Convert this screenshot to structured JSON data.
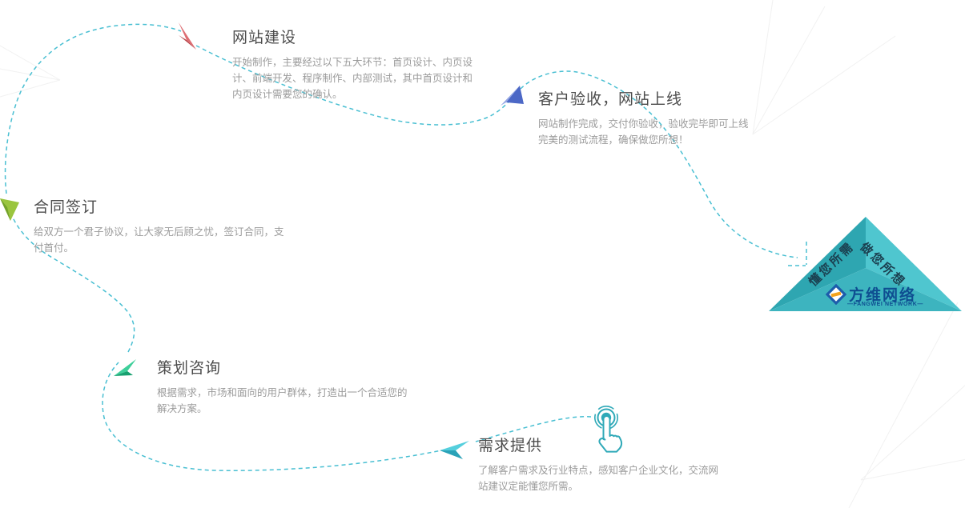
{
  "flow": {
    "color": "#49bfd2"
  },
  "steps": [
    {
      "title": "网站建设",
      "description": "开始制作，主要经过以下五大环节：首页设计、内页设计、前端开发、程序制作、内部测试，其中首页设计和内页设计需要您的确认。",
      "arrow_icon": "paper-plane-red",
      "arrow": {
        "main": "#dd6d72",
        "shade": "#b8444a"
      }
    },
    {
      "title": "客户验收，网站上线",
      "description": "网站制作完成，交付你验收，验收完毕即可上线完美的测试流程，确保做您所想！",
      "arrow_icon": "paper-plane-blue",
      "arrow": {
        "main": "#4c68c6",
        "shade": "#94a6e4"
      }
    },
    {
      "title": "合同签订",
      "description": "给双方一个君子协议，让大家无后顾之忧，签订合同，支付首付。",
      "arrow_icon": "paper-plane-green",
      "arrow": {
        "main": "#9ac53e",
        "shade": "#74a22b"
      }
    },
    {
      "title": "策划咨询",
      "description": "根据需求，市场和面向的用户群体，打造出一个合适您的解决方案。",
      "arrow_icon": "paper-plane-emerald",
      "arrow": {
        "main": "#3ecf9a",
        "shade": "#17a06f"
      }
    },
    {
      "title": "需求提供",
      "description": "了解客户需求及行业特点，感知客户企业文化，交流网站建议定能懂您所需。",
      "arrow_icon": "paper-plane-cyan",
      "arrow": {
        "main": "#55cfdd",
        "shade": "#2aa2b8"
      }
    }
  ],
  "pyramid": {
    "left_face_label": "懂您所需",
    "right_face_label": "做您所想",
    "brand_name": "方维网络",
    "brand_name_en": "—FANGWEI NETWORK—",
    "colors": {
      "left_face": "#2ea6b1",
      "right_face": "#4fc6cf",
      "front_face": "#3db4bf",
      "brand_text": "#0e4e91",
      "logo_blue": "#1d5cab",
      "logo_orange": "#f2a21c"
    }
  },
  "icons": {
    "touch_pointer_color": "#2fa9b8"
  }
}
